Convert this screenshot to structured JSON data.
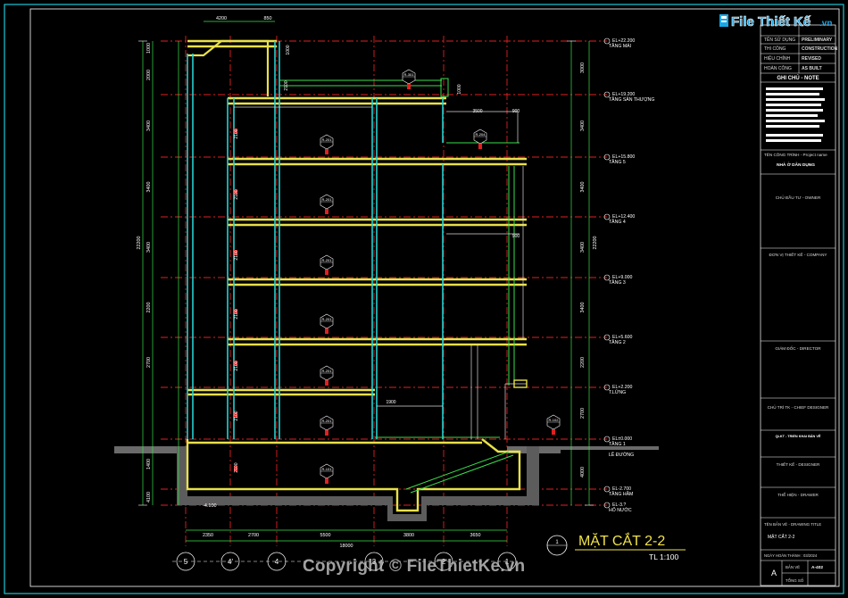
{
  "logo": {
    "text": "File Thiết Kế",
    "suffix": ".vn"
  },
  "copyright": "Copyright © FileThietKe.vn",
  "drawing_title": "MẶT CẮT 2-2",
  "scale": "TL 1:100",
  "section_marker": "1",
  "levels": [
    {
      "elev": "EL+22.200",
      "name": "TẦNG MÁI"
    },
    {
      "elev": "EL+19.200",
      "name": "TẦNG SÂN THƯỢNG"
    },
    {
      "elev": "EL+15.800",
      "name": "TẦNG 5"
    },
    {
      "elev": "EL+12.400",
      "name": "TẦNG 4"
    },
    {
      "elev": "EL+9.000",
      "name": "TẦNG 3"
    },
    {
      "elev": "EL+5.600",
      "name": "TẦNG 2"
    },
    {
      "elev": "EL+2.200",
      "name": "T.LỬNG"
    },
    {
      "elev": "EL±0.000",
      "name": "TẦNG 1"
    },
    {
      "elev": "",
      "name": "LỀ ĐƯỜNG"
    },
    {
      "elev": "EL-2.700",
      "name": "TẦNG HẦM"
    },
    {
      "elev": "EL-3.?",
      "name": "HỐ NƯỚC"
    }
  ],
  "grid_axes": [
    "5",
    "4'",
    "4",
    "3",
    "2",
    "1"
  ],
  "bottom_dims": [
    "2350",
    "2700",
    "5500",
    "3800",
    "3650"
  ],
  "total_dim": "18000",
  "top_dims": [
    "4200",
    "850"
  ],
  "left_total": "22200",
  "left_dims": [
    "1000",
    "2000",
    "3400",
    "3400",
    "3400",
    "2200",
    "2700",
    "1400",
    "4100"
  ],
  "right_dims": [
    "3000",
    "3400",
    "3400",
    "3400",
    "3400",
    "2200",
    "2700",
    "4000"
  ],
  "inner_dims": [
    "2100",
    "2100",
    "2100",
    "2100",
    "2100",
    "2100",
    "2100"
  ],
  "misc_dims": [
    "3500",
    "900",
    "900",
    "1900",
    "1000",
    "2100",
    "1000"
  ],
  "rooms": [
    "R-301",
    "R-204",
    "R-201",
    "R-201",
    "R-201",
    "R-201",
    "R-201",
    "R-201",
    "R-101",
    "R-102"
  ],
  "spot_level": "-4.100",
  "title_block": {
    "rows": [
      {
        "label": "TÊN SỬ DỤNG",
        "value": "PRELIMINARY"
      },
      {
        "label": "THI CÔNG",
        "value": "CONSTRUCTION"
      },
      {
        "label": "HIỆU CHỈNH",
        "value": "REVISED"
      },
      {
        "label": "HOÀN CÔNG",
        "value": "AS BUILT"
      }
    ],
    "note_header": "GHI CHÚ - NOTE",
    "project_label": "TÊN CÔNG TRÌNH - Project name",
    "project_name": "NHÀ Ở DÂN DỤNG",
    "owner": "CHỦ ĐẦU TƯ - OWNER",
    "company": "ĐƠN VỊ THIẾT KẾ - COMPANY",
    "director": "GIÁM ĐỐC - DIRECTOR",
    "chief": "CHỦ TRÌ TK - CHIEF DESIGNER",
    "qa": "QLKT - TRIỂN KHAI BẢN VẼ",
    "designer": "THIẾT KẾ - DESIGNER",
    "drawer": "THỂ HIỆN - DRAWER",
    "drawing_label": "TÊN BẢN VẼ - DRAWING TITLE",
    "drawing_name": "MẶT CẮT 2-2",
    "date_label": "NGÀY HOÀN THÀNH : 03/2024",
    "rev": "A",
    "sheet_label": "BẢN VẼ",
    "sheet_no": "A-402",
    "total_label": "TỔNG SỐ"
  }
}
